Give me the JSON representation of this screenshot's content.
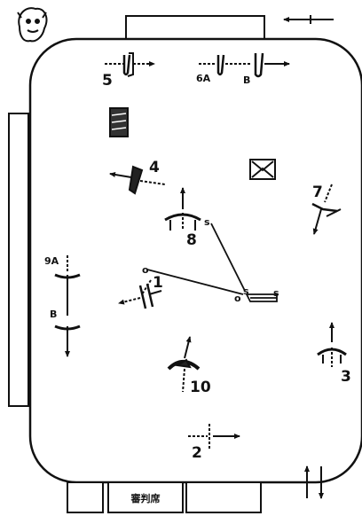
{
  "diagram": {
    "labels": {
      "pos_1": "1",
      "pos_2": "2",
      "pos_3": "3",
      "pos_4": "4",
      "pos_5": "5",
      "pos_6a": "6A",
      "pos_6b": "B",
      "pos_7": "7",
      "pos_8": "8",
      "pos_9a": "9A",
      "pos_9b": "B",
      "pos_10": "10",
      "end_o1": "o",
      "end_o2": "o",
      "end_s1": "s",
      "end_s2": "s",
      "end_s3": "s"
    },
    "bottom_center_label": "審判席"
  }
}
